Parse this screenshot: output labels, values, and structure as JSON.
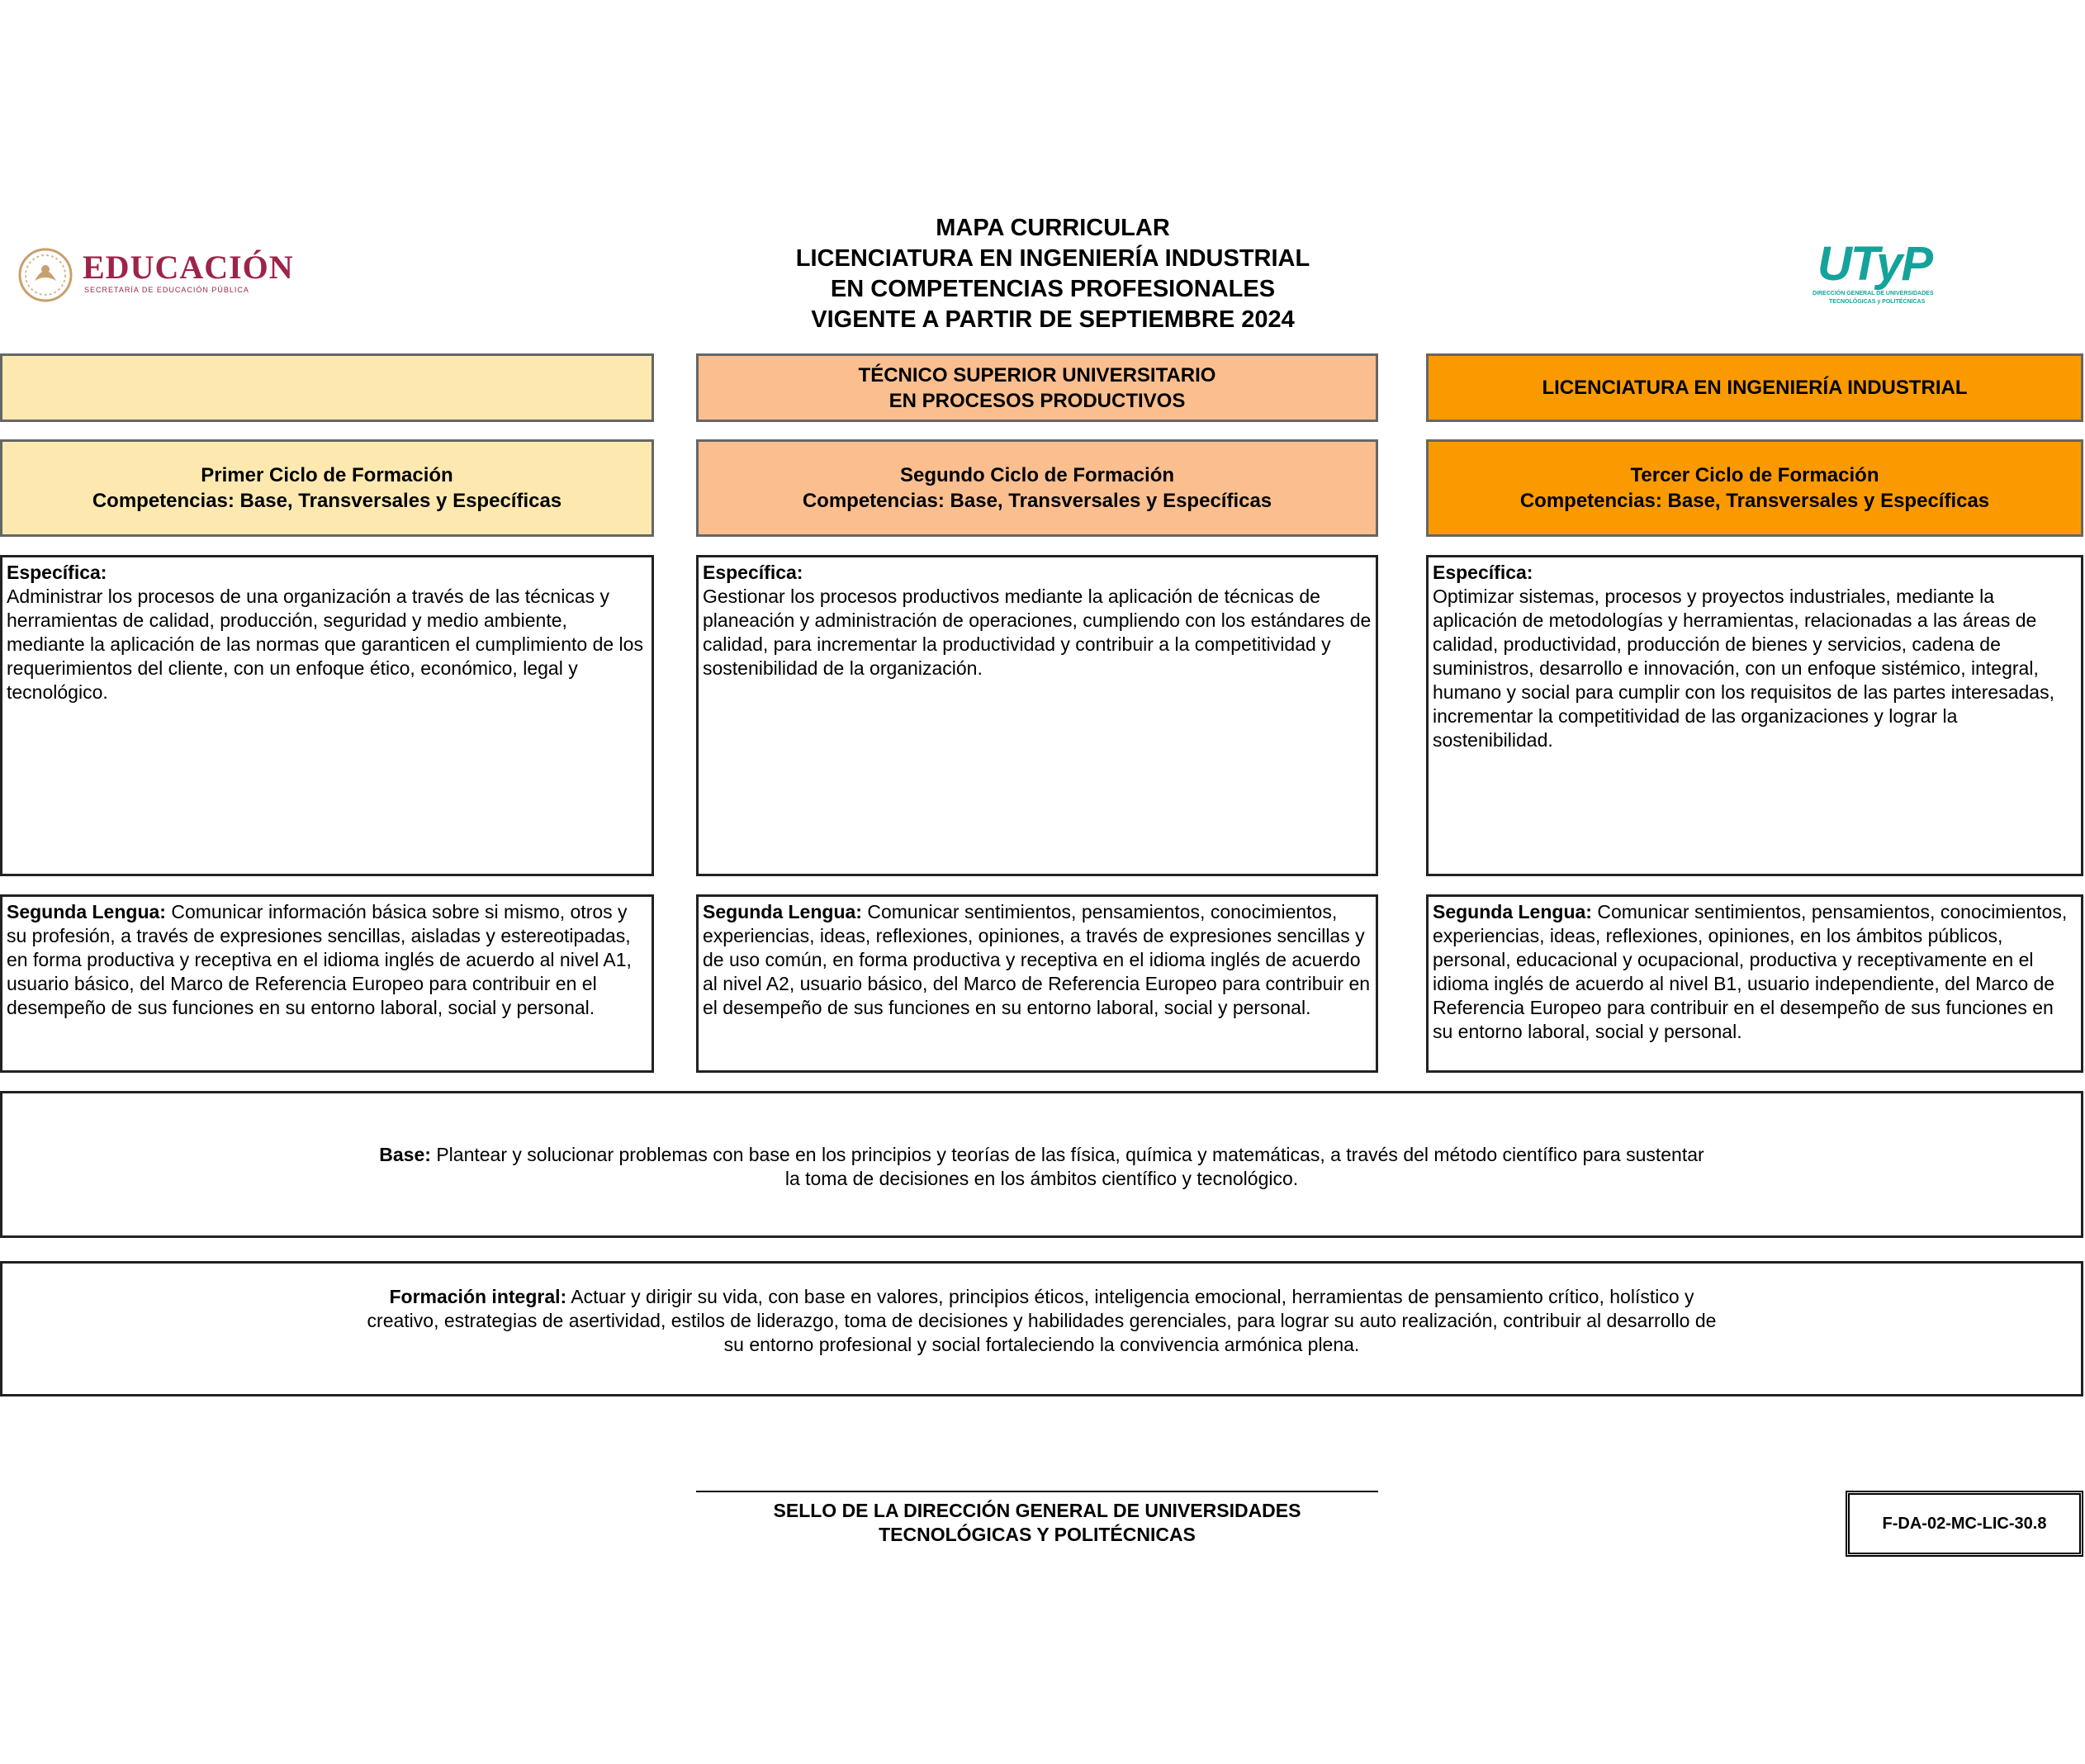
{
  "header": {
    "logo_left": {
      "text": "EDUCACIÓN",
      "subtext": "SECRETARÍA DE EDUCACIÓN PÚBLICA",
      "color": "#9d2449"
    },
    "logo_right": {
      "text": "UTyP",
      "subtext_1": "DIRECCIÓN GENERAL DE UNIVERSIDADES",
      "subtext_2": "TECNOLÓGICAS y POLITÉCNICAS",
      "color": "#14a39a"
    },
    "title_lines": [
      "MAPA CURRICULAR",
      "LICENCIATURA EN INGENIERÍA INDUSTRIAL",
      "EN COMPETENCIAS PROFESIONALES",
      "VIGENTE A PARTIR DE SEPTIEMBRE 2024"
    ]
  },
  "colors": {
    "cycle1": "#fde9b0",
    "cycle2": "#fbbf8f",
    "cycle3": "#fb9a00"
  },
  "columns": [
    {
      "program_lines": [
        "",
        ""
      ],
      "cycle_title": "Primer Ciclo de Formación",
      "cycle_sub": "Competencias: Base, Transversales y Específicas",
      "especifica_label": "Específica:",
      "especifica_text": "Administrar  los procesos de una organización a través de las técnicas y herramientas de calidad, producción, seguridad y medio ambiente, mediante la aplicación de las normas que garanticen el cumplimiento de los requerimientos del cliente, con un enfoque ético, económico, legal y tecnológico.",
      "lengua_label": "Segunda Lengua:",
      "lengua_text": " Comunicar información básica sobre si mismo, otros y su profesión, a través de expresiones sencillas, aisladas y estereotipadas, en forma productiva y receptiva en el idioma inglés de acuerdo al nivel A1, usuario básico, del Marco de Referencia Europeo para contribuir en el desempeño de sus funciones en su entorno laboral, social y personal."
    },
    {
      "program_lines": [
        "TÉCNICO SUPERIOR UNIVERSITARIO",
        "EN PROCESOS PRODUCTIVOS"
      ],
      "cycle_title": "Segundo Ciclo de Formación",
      "cycle_sub": "Competencias: Base, Transversales y Específicas",
      "especifica_label": "Específica:",
      "especifica_text": " Gestionar los procesos productivos mediante la aplicación de técnicas de planeación y administración de operaciones, cumpliendo con los estándares de calidad, para incrementar la productividad y contribuir a la competitividad y sostenibilidad de la organización.",
      "lengua_label": "Segunda Lengua:",
      "lengua_text": " Comunicar sentimientos, pensamientos, conocimientos, experiencias, ideas, reflexiones,  opiniones, a través de expresiones sencillas y de uso común, en forma productiva y receptiva en el idioma inglés de acuerdo al nivel A2, usuario básico, del Marco de Referencia Europeo para contribuir en el desempeño de sus funciones en su entorno laboral,  social y personal."
    },
    {
      "program_lines": [
        "LICENCIATURA EN INGENIERÍA INDUSTRIAL",
        ""
      ],
      "cycle_title": "Tercer Ciclo de Formación",
      "cycle_sub": "Competencias: Base, Transversales y Específicas",
      "especifica_label": "Específica:",
      "especifica_text": "Optimizar sistemas, procesos y proyectos industriales,  mediante la aplicación de metodologías y herramientas, relacionadas a las áreas de calidad, productividad, producción de bienes y servicios, cadena de suministros, desarrollo e innovación, con un enfoque sistémico, integral, humano y social para cumplir con los requisitos de las partes interesadas, incrementar la competitividad de las organizaciones y lograr la sostenibilidad.",
      "lengua_label": "Segunda Lengua:",
      "lengua_text": " Comunicar sentimientos, pensamientos, conocimientos, experiencias, ideas, reflexiones,  opiniones,  en los ámbitos públicos, personal, educacional y ocupacional, productiva y receptivamente en el idioma inglés de acuerdo al nivel B1, usuario independiente, del Marco de Referencia Europeo para contribuir en el desempeño de sus funciones en su entorno laboral,  social y personal."
    }
  ],
  "base": {
    "label": "Base:",
    "line1": " Plantear y solucionar problemas con base en los principios y teorías de las física,  química y  matemáticas, a través del método científico para sustentar",
    "line2": "la toma de decisiones en los ámbitos científico y tecnológico."
  },
  "formacion": {
    "label": "Formación integral:",
    "line1": " Actuar y dirigir su vida, con base en valores, principios éticos, inteligencia emocional, herramientas de pensamiento crítico, holístico y",
    "line2": "creativo, estrategias de asertividad, estilos de liderazgo, toma de decisiones y habilidades gerenciales, para lograr su auto realización, contribuir al desarrollo de",
    "line3": "su entorno profesional y social fortaleciendo la convivencia armónica plena."
  },
  "footer": {
    "seal_lines": [
      "SELLO DE LA DIRECCIÓN GENERAL DE UNIVERSIDADES",
      "TECNOLÓGICAS Y POLITÉCNICAS"
    ],
    "code": "F-DA-02-MC-LIC-30.8"
  }
}
